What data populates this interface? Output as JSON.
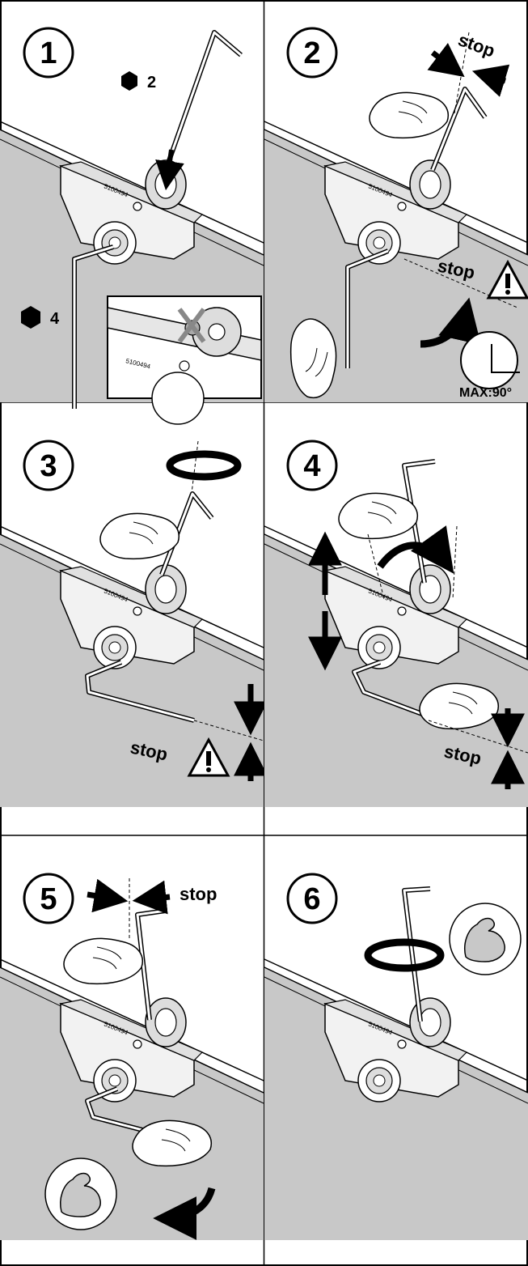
{
  "steps": [
    {
      "number": "1",
      "hex_sizes": [
        "2",
        "4"
      ],
      "part_number": "5100494",
      "inset_part_number": "5100494"
    },
    {
      "number": "2",
      "stop_top": "stop",
      "stop_bottom": "stop",
      "max_angle": "MAX:90°",
      "part_number": "5100494"
    },
    {
      "number": "3",
      "stop": "stop",
      "part_number": "5100494"
    },
    {
      "number": "4",
      "stop": "stop",
      "part_number": "5100494"
    },
    {
      "number": "5",
      "stop": "stop",
      "part_number": "5100494"
    },
    {
      "number": "6",
      "part_number": "5100494"
    }
  ],
  "colors": {
    "background": "#ffffff",
    "surface": "#c8c8c8",
    "line": "#000000",
    "bracket": "#f2f2f2"
  }
}
